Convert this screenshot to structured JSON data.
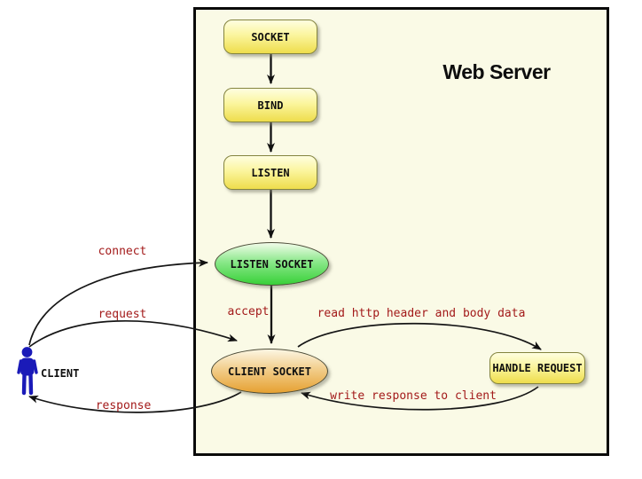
{
  "diagram": {
    "title": "Web Server",
    "nodes": {
      "socket": "SOCKET",
      "bind": "BIND",
      "listen": "LISTEN",
      "listen_socket": "LISTEN SOCKET",
      "client_socket": "CLIENT SOCKET",
      "handle_request": "HANDLE REQUEST",
      "client": "CLIENT"
    },
    "edges": {
      "connect": "connect",
      "request": "request",
      "response": "response",
      "accept": "accept",
      "read": "read http header and body data",
      "write": "write response to client"
    },
    "colors": {
      "container_bg": "#fafae6",
      "container_border": "#0a0a0a",
      "yellow_box_top": "#fefee0",
      "yellow_box_bottom": "#eedd4c",
      "green_ellipse_top": "#f2fcea",
      "green_ellipse_bottom": "#38d038",
      "orange_ellipse_top": "#fcf6e3",
      "orange_ellipse_bottom": "#e6a132",
      "edge_label_text": "#a31a1a",
      "node_text": "#101010",
      "arrow": "#111111",
      "client_icon": "#1a1ab8"
    }
  }
}
